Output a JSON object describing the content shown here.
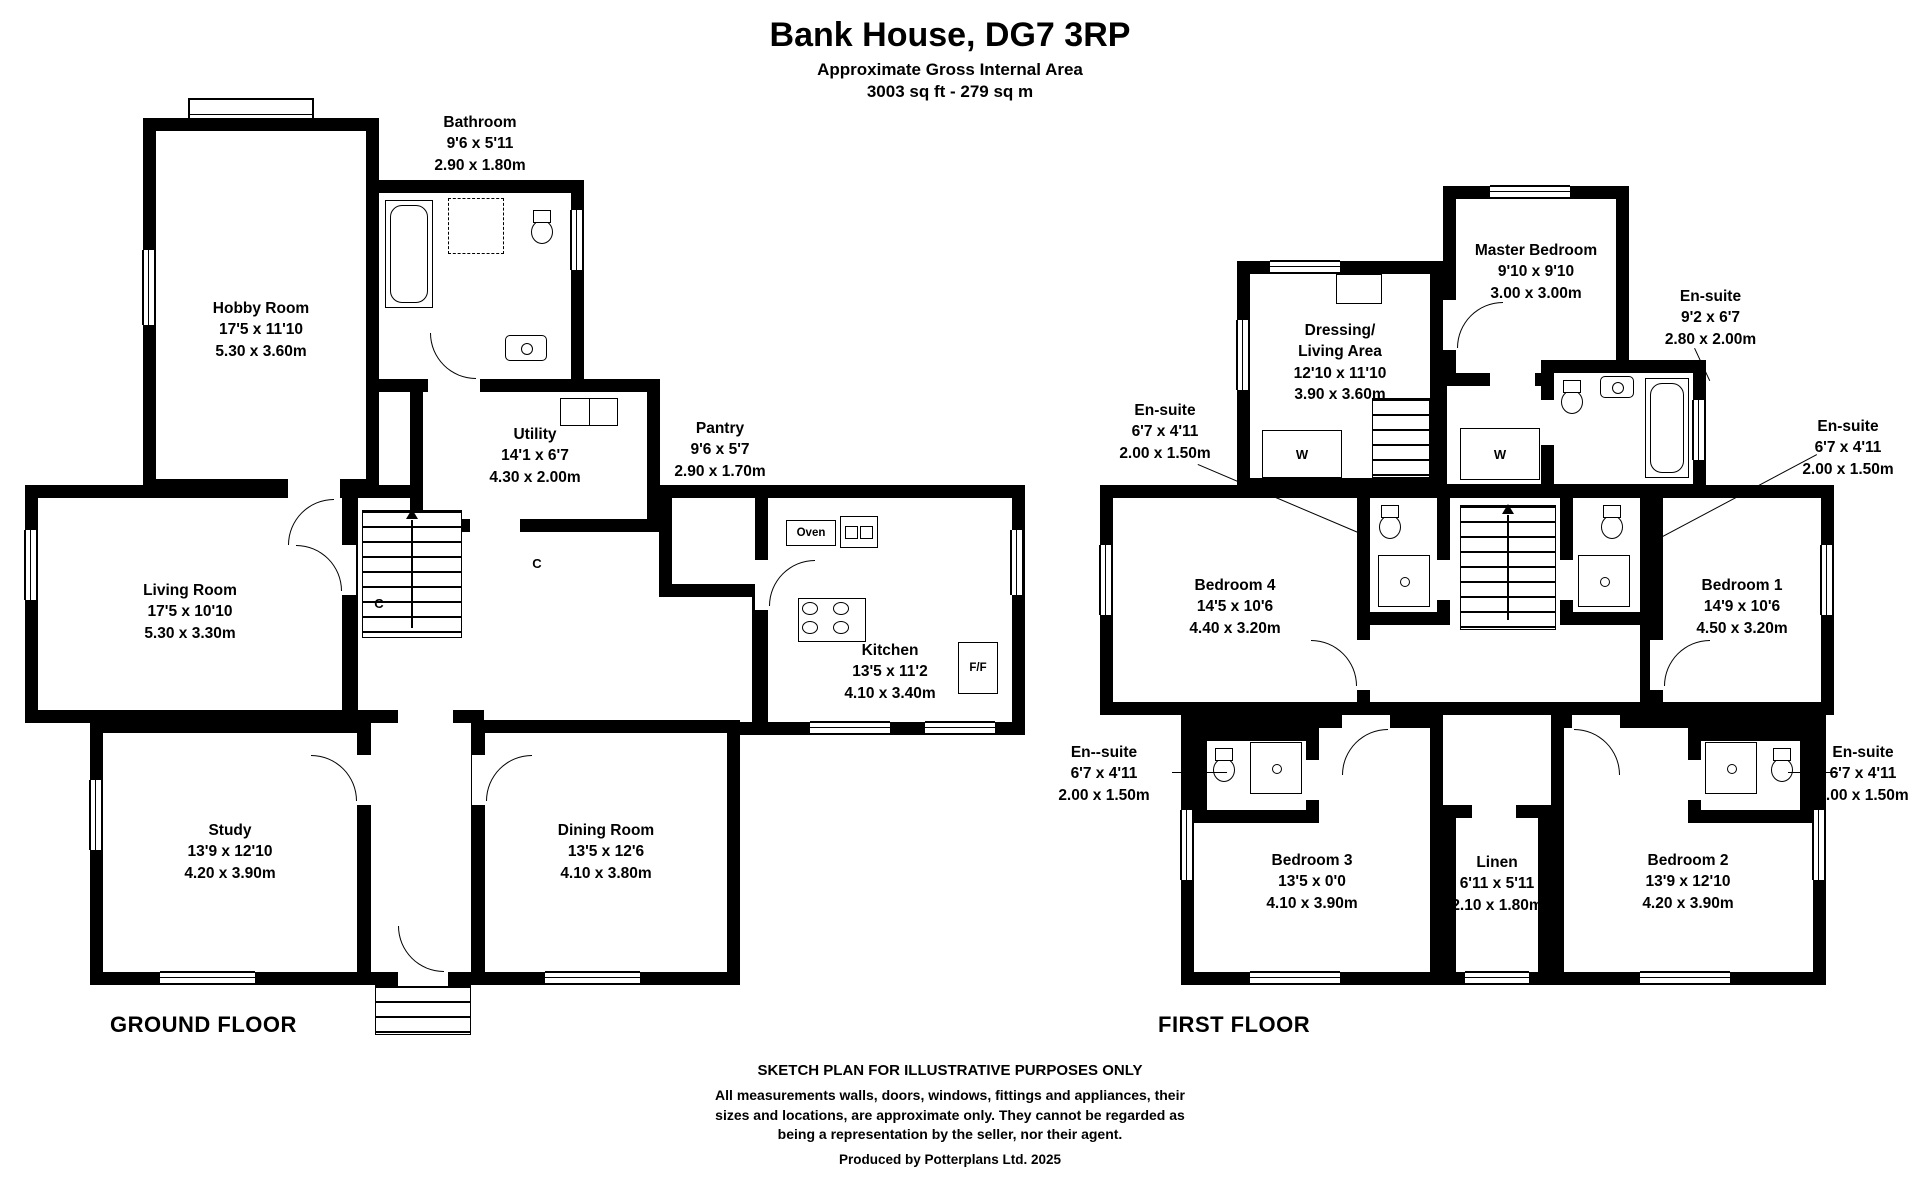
{
  "header": {
    "title": "Bank House, DG7 3RP",
    "subtitle": "Approximate Gross Internal Area",
    "area": "3003 sq ft - 279 sq m"
  },
  "colors": {
    "ink": "#000000",
    "paper": "#ffffff"
  },
  "ground": {
    "floor_label": "GROUND FLOOR",
    "bathroom": {
      "name": "Bathroom",
      "imperial": "9'6 x 5'11",
      "metric": "2.90 x 1.80m"
    },
    "hobby": {
      "name": "Hobby Room",
      "imperial": "17'5 x 11'10",
      "metric": "5.30 x 3.60m"
    },
    "utility": {
      "name": "Utility",
      "imperial": "14'1 x 6'7",
      "metric": "4.30 x 2.00m"
    },
    "pantry": {
      "name": "Pantry",
      "imperial": "9'6 x 5'7",
      "metric": "2.90 x 1.70m"
    },
    "living": {
      "name": "Living Room",
      "imperial": "17'5 x 10'10",
      "metric": "5.30 x 3.30m"
    },
    "kitchen": {
      "name": "Kitchen",
      "imperial": "13'5 x 11'2",
      "metric": "4.10 x 3.40m"
    },
    "study": {
      "name": "Study",
      "imperial": "13'9 x 12'10",
      "metric": "4.20 x 3.90m"
    },
    "dining": {
      "name": "Dining Room",
      "imperial": "13'5 x 12'6",
      "metric": "4.10 x 3.80m"
    },
    "oven_label": "Oven",
    "ff_label": "F/F",
    "closet_label": "C"
  },
  "first": {
    "floor_label": "FIRST FLOOR",
    "dressing": {
      "name": "Dressing/\nLiving Area",
      "imperial": "12'10 x 11'10",
      "metric": "3.90 x 3.60m"
    },
    "master": {
      "name": "Master Bedroom",
      "imperial": "9'10 x 9'10",
      "metric": "3.00 x 3.00m"
    },
    "ensuite_master": {
      "name": "En-suite",
      "imperial": "9'2 x 6'7",
      "metric": "2.80 x 2.00m"
    },
    "ensuite_b4": {
      "name": "En-suite",
      "imperial": "6'7 x 4'11",
      "metric": "2.00 x 1.50m"
    },
    "ensuite_b1": {
      "name": "En-suite",
      "imperial": "6'7 x 4'11",
      "metric": "2.00 x 1.50m"
    },
    "bedroom4": {
      "name": "Bedroom 4",
      "imperial": "14'5 x 10'6",
      "metric": "4.40 x 3.20m"
    },
    "bedroom1": {
      "name": "Bedroom 1",
      "imperial": "14'9 x 10'6",
      "metric": "4.50 x 3.20m"
    },
    "ensuite_b3": {
      "name": "En--suite",
      "imperial": "6'7 x 4'11",
      "metric": "2.00 x 1.50m"
    },
    "ensuite_b2": {
      "name": "En-suite",
      "imperial": "6'7 x 4'11",
      "metric": "2.00 x 1.50m"
    },
    "bedroom3": {
      "name": "Bedroom 3",
      "imperial": "13'5 x 0'0",
      "metric": "4.10 x 3.90m"
    },
    "linen": {
      "name": "Linen",
      "imperial": "6'11 x 5'11",
      "metric": "2.10 x 1.80m"
    },
    "bedroom2": {
      "name": "Bedroom 2",
      "imperial": "13'9 x 12'10",
      "metric": "4.20 x 3.90m"
    },
    "wardrobe_label": "W"
  },
  "footer": {
    "disclaimer_title": "SKETCH PLAN FOR ILLUSTRATIVE PURPOSES ONLY",
    "disclaimer_body": "All measurements walls, doors, windows, fittings and appliances, their\nsizes and locations, are approximate only. They cannot be regarded as\nbeing a representation by the seller, nor their agent.",
    "credit": "Produced by Potterplans Ltd. 2025"
  }
}
